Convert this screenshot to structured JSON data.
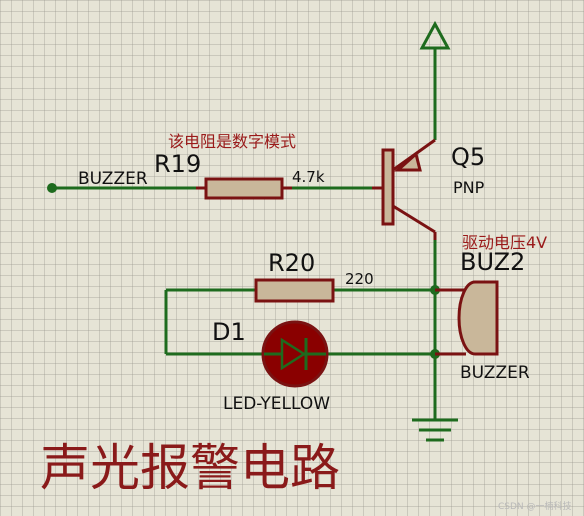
{
  "net_label": "BUZZER",
  "resistor_1": {
    "ref": "R19",
    "value": "4.7k",
    "note": "该电阻是数字模式"
  },
  "resistor_2": {
    "ref": "R20",
    "value": "220"
  },
  "transistor": {
    "ref": "Q5",
    "type": "PNP"
  },
  "buzzer": {
    "ref": "BUZ2",
    "type": "BUZZER",
    "note": "驱动电压4V"
  },
  "diode": {
    "ref": "D1",
    "type": "LED-YELLOW"
  },
  "title": "声光报警电路",
  "watermark": "CSDN @一楠科技",
  "colors": {
    "wire": "#1e6b1e",
    "component": "#7a1212",
    "body_fill": "#c9b79a",
    "led_fill": "#8a0000",
    "title": "#8a1a1a"
  }
}
